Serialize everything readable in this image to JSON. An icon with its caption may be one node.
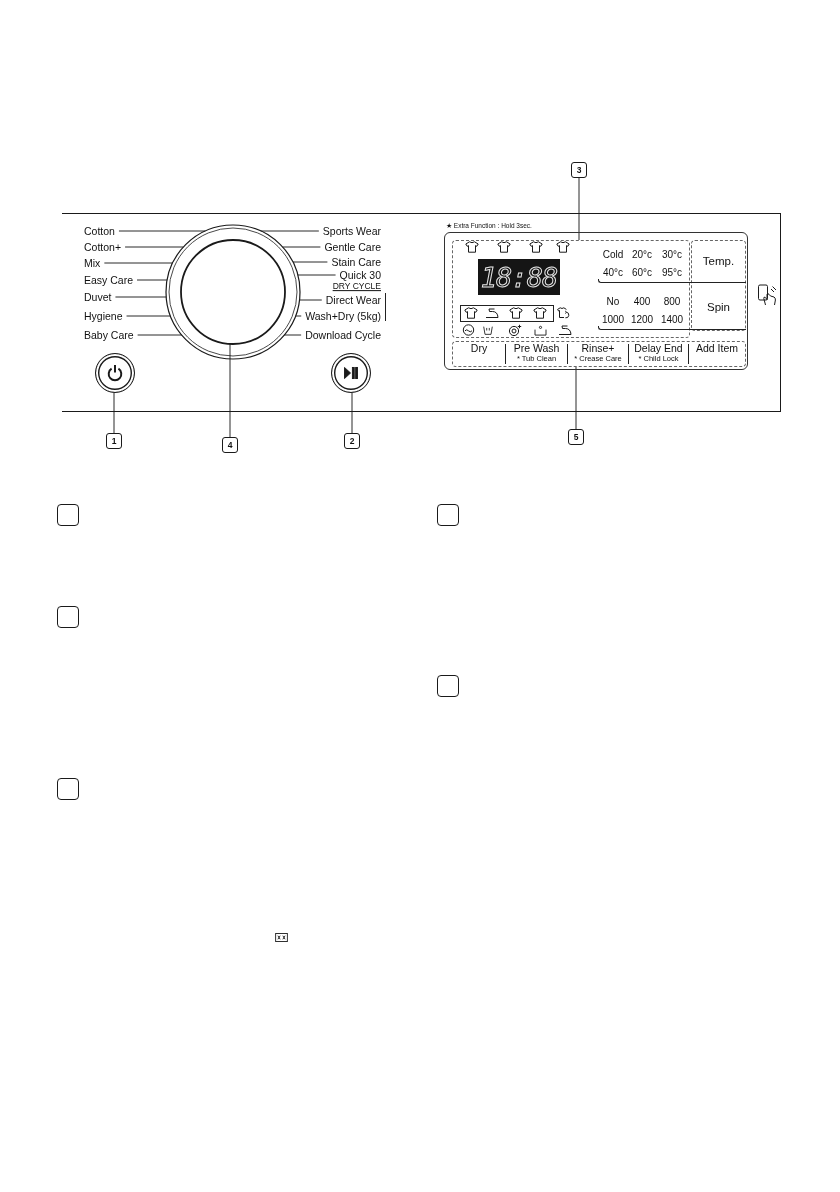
{
  "diagram": {
    "nodes": [
      {
        "text": [
          "3"
        ]
      },
      {
        "text": [],
        "shape": "box"
      },
      {
        "text": [
          "Cotton"
        ],
        "in": 1
      },
      {
        "text": [
          "Cotton+"
        ],
        "in": 1
      },
      {
        "text": [
          "Mix"
        ],
        "in": 1
      },
      {
        "text": [
          "Easy Care"
        ],
        "in": 1
      },
      {
        "text": [
          "Duvet"
        ],
        "in": 1
      },
      {
        "text": [
          "Hygiene"
        ],
        "in": 1
      },
      {
        "text": [
          "Baby Care"
        ],
        "in": 1
      },
      {
        "text": [],
        "shape": "circle",
        "in": 1
      },
      {
        "text": [
          "Sports Wear"
        ],
        "in": 1
      },
      {
        "text": [
          "Gentle Care"
        ],
        "in": 1
      },
      {
        "text": [
          "Stain Care"
        ],
        "in": 1
      },
      {
        "text": [
          "Quick 30"
        ],
        "in": 1
      },
      {
        "text": [
          "Direct Wear"
        ],
        "in": 1
      },
      {
        "text": [
          "Wash+Dry (5kg)"
        ],
        "in": 1
      },
      {
        "text": [
          "Download Cycle"
        ],
        "in": 1
      },
      {
        "text": [],
        "shape": "circle",
        "in": 1
      },
      {
        "text": [],
        "shape": "circle",
        "in": 1
      },
      {
        "text": [],
        "shape": "box",
        "in": 1
      },
      {
        "text": [],
        "shape": "box",
        "in": 19
      },
      {
        "text": [
          "18:88"
        ],
        "in": 20
      },
      {
        "text": [],
        "shape": "box",
        "in": 19
      },
      {
        "text": [
          "Temp."
        ],
        "in": 22
      },
      {
        "text": [
          "Spin"
        ],
        "in": 22
      },
      {
        "text": [],
        "shape": "box",
        "in": 19
      },
      {
        "text": [
          "Dry"
        ],
        "in": 25
      },
      {
        "text": [
          "Pre Wash",
          "* Tub Clean"
        ],
        "in": 25
      },
      {
        "text": [
          "Rinse+",
          "* Crease Care"
        ],
        "in": 25
      },
      {
        "text": [
          "Delay End",
          "* Child Lock"
        ],
        "in": 25
      },
      {
        "text": [
          "Add Item"
        ],
        "in": 25
      },
      {
        "text": [
          "1"
        ]
      },
      {
        "text": [
          "4"
        ]
      },
      {
        "text": [
          "2"
        ]
      },
      {
        "text": [
          "5"
        ]
      },
      {
        "text": [],
        "shape": "box"
      },
      {
        "text": [],
        "shape": "box"
      },
      {
        "text": [],
        "shape": "box"
      },
      {
        "text": [],
        "shape": "box"
      },
      {
        "text": [],
        "shape": "box"
      }
    ],
    "edges": [
      {
        "from": 0,
        "to": 20,
        "arrow": "none"
      },
      {
        "from": 2,
        "to": 9,
        "arrow": "none"
      },
      {
        "from": 3,
        "to": 9,
        "arrow": "none"
      },
      {
        "from": 4,
        "to": 9,
        "arrow": "none"
      },
      {
        "from": 5,
        "to": 9,
        "arrow": "none"
      },
      {
        "from": 6,
        "to": 9,
        "arrow": "none"
      },
      {
        "from": 7,
        "to": 9,
        "arrow": "none"
      },
      {
        "from": 8,
        "to": 9,
        "arrow": "none"
      },
      {
        "from": 10,
        "to": 9,
        "arrow": "none"
      },
      {
        "from": 11,
        "to": 9,
        "arrow": "none"
      },
      {
        "from": 12,
        "to": 9,
        "arrow": "none"
      },
      {
        "from": 13,
        "to": 9,
        "arrow": "none"
      },
      {
        "from": 14,
        "to": 9,
        "arrow": "none"
      },
      {
        "from": 15,
        "to": 9,
        "arrow": "none"
      },
      {
        "from": 16,
        "to": 9,
        "arrow": "none"
      },
      {
        "from": 31,
        "to": 17,
        "arrow": "none"
      },
      {
        "from": 32,
        "to": 9,
        "arrow": "none"
      },
      {
        "from": 33,
        "to": 18,
        "arrow": "none"
      },
      {
        "from": 34,
        "to": 25,
        "arrow": "none"
      }
    ],
    "labels": [
      "★ Extra Function : Hold 3sec.",
      "DRY CYCLE",
      "Cold",
      "20°c",
      "30°c",
      "40°c",
      "60°c",
      "95°c",
      "No",
      "400",
      "800",
      "1000",
      "1200",
      "1400"
    ]
  }
}
